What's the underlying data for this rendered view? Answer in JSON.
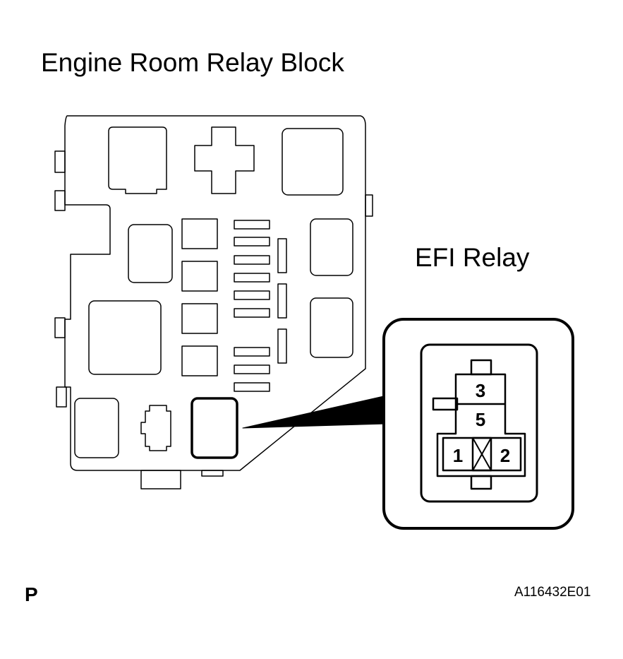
{
  "title": "Engine Room Relay Block",
  "relay_label": "EFI Relay",
  "corner_mark": "P",
  "figure_code": "A116432E01",
  "connector_pins": {
    "pin_3": "3",
    "pin_5": "5",
    "pin_1": "1",
    "pin_2": "2"
  }
}
